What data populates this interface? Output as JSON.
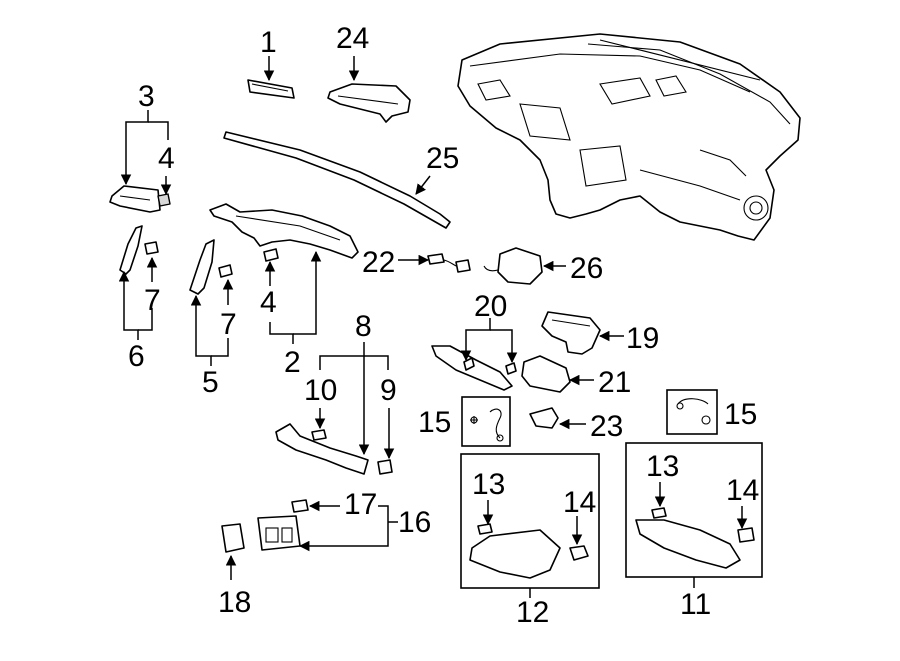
{
  "callouts": {
    "c1": "1",
    "c24": "24",
    "c3": "3",
    "c4a": "4",
    "c25": "25",
    "c7a": "7",
    "c7b": "7",
    "c6": "6",
    "c5": "5",
    "c4b": "4",
    "c2": "2",
    "c22": "22",
    "c26": "26",
    "c20": "20",
    "c19": "19",
    "c8": "8",
    "c10": "10",
    "c9": "9",
    "c21": "21",
    "c15a": "15",
    "c23": "23",
    "c15b": "15",
    "c13a": "13",
    "c14a": "14",
    "c13b": "13",
    "c14b": "14",
    "c17": "17",
    "c16": "16",
    "c18": "18",
    "c12": "12",
    "c11": "11"
  }
}
